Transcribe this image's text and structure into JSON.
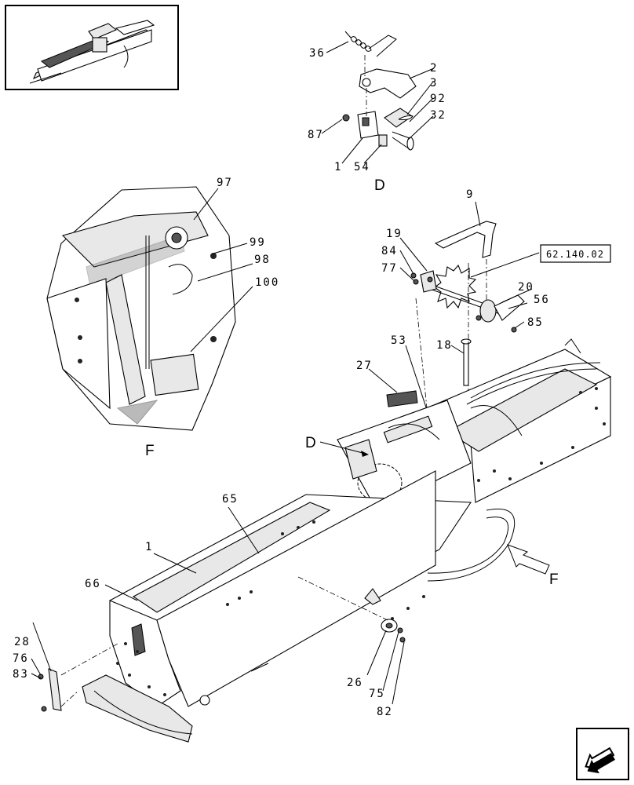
{
  "callouts": {
    "c36": "36",
    "c2": "2",
    "c3": "3",
    "c92": "92",
    "c32": "32",
    "c87": "87",
    "c1a": "1",
    "c54": "54",
    "c97": "97",
    "c99": "99",
    "c98": "98",
    "c100": "100",
    "c9": "9",
    "c19": "19",
    "c84": "84",
    "c77": "77",
    "c20": "20",
    "c56": "56",
    "c85": "85",
    "c53": "53",
    "c18": "18",
    "c27": "27",
    "c65": "65",
    "c1b": "1",
    "c66": "66",
    "c28": "28",
    "c76": "76",
    "c83": "83",
    "c26": "26",
    "c75": "75",
    "c82": "82"
  },
  "views": {
    "d_top": "D",
    "d_main": "D",
    "f_detail": "F",
    "f_main": "F"
  },
  "reference_box": "62.140.02",
  "icons": {
    "nav": "nav-arrow-icon",
    "thumbnail": "assembly-thumbnail-icon"
  }
}
